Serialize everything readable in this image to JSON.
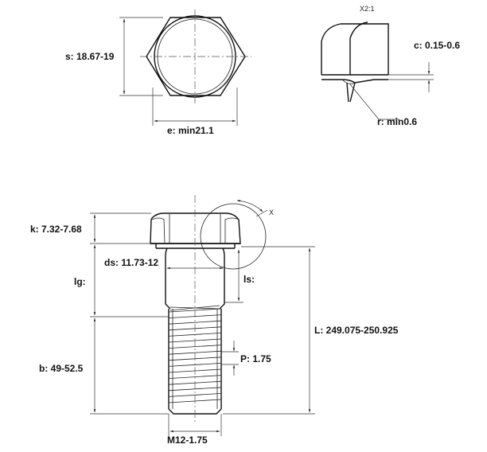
{
  "labels": {
    "s": "s: 18.67-19",
    "e": "e: min21.1",
    "detail_scale": "X2:1",
    "c": "c: 0.15-0.6",
    "r": "r: min0.6",
    "k": "k: 7.32-7.68",
    "ds": "ds: 11.73-12",
    "lg": "lg:",
    "ls": "ls:",
    "L": "L: 249.075-250.925",
    "P": "P: 1.75",
    "b": "b: 49-52.5",
    "M": "M12-1.75",
    "detail_marker": "X"
  }
}
